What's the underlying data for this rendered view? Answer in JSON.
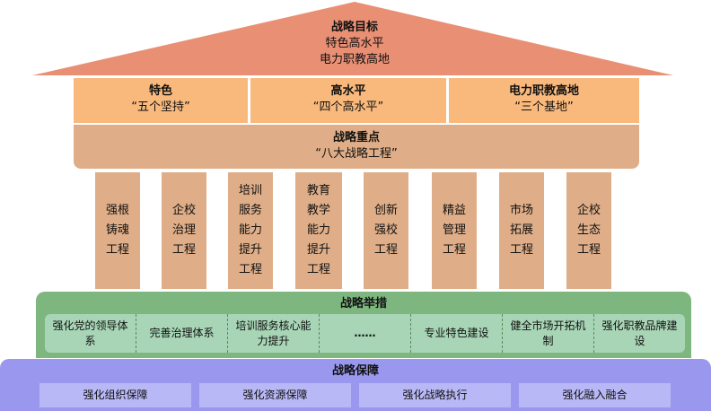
{
  "goal": {
    "title": "战略目标",
    "line1": "特色高水平",
    "line2": "电力职教高地"
  },
  "goal_parts": [
    {
      "title": "特色",
      "sub": "“五个坚持”"
    },
    {
      "title": "高水平",
      "sub": "“四个高水平”"
    },
    {
      "title": "电力职教高地",
      "sub": "“三个基地”"
    }
  ],
  "focus": {
    "title": "战略重点",
    "sub": "“八大战略工程”"
  },
  "pillars": [
    "强根铸魂工程",
    "企校治理工程",
    "培训服务能力提升工程",
    "教育教学能力提升工程",
    "创新强校工程",
    "精益管理工程",
    "市场拓展工程",
    "企校生态工程"
  ],
  "measures": {
    "title": "战略举措",
    "items": [
      "强化党的领导体系",
      "完善治理体系",
      "培训服务核心能力提升",
      "……",
      "专业特色建设",
      "健全市场开拓机制",
      "强化职教品牌建设"
    ]
  },
  "guarantee": {
    "title": "战略保障",
    "items": [
      "强化组织保障",
      "强化资源保障",
      "强化战略执行",
      "强化融入融合"
    ]
  },
  "colors": {
    "roof": "#e98f74",
    "row1": "#f9b97c",
    "focus": "#dfae88",
    "green": "#7db77f",
    "green_inner": "#a8d5b6",
    "purple": "#9a98ee",
    "purple_inner": "#b9b8f6"
  }
}
